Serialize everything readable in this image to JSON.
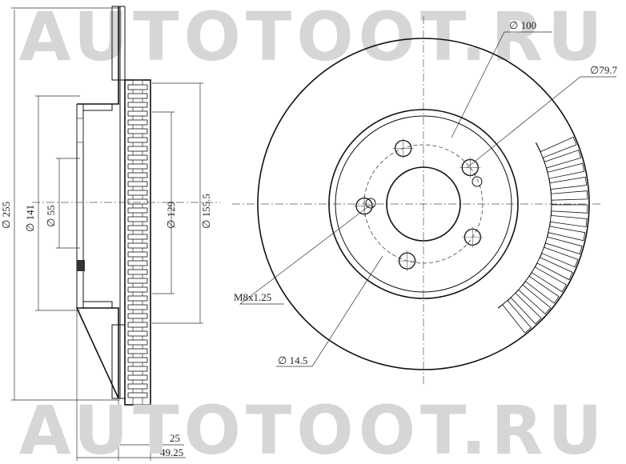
{
  "watermark": "AUTOTOOT.RU",
  "section_dimensions": {
    "outer_diameter": "255",
    "hub_diameter": "141",
    "center_bore_label": "55",
    "inner_face_diameter": "129",
    "friction_inner_diameter": "155.5",
    "disc_thickness": "25",
    "overall_height": "49.25"
  },
  "face_dimensions": {
    "bolt_circle": "100",
    "center_bore": "79.7",
    "bolt_hole": "14.5",
    "thread": "M8x1.25"
  },
  "diameter_symbol": "∅",
  "colors": {
    "line": "#111111",
    "watermark": "#d6d6d6"
  }
}
